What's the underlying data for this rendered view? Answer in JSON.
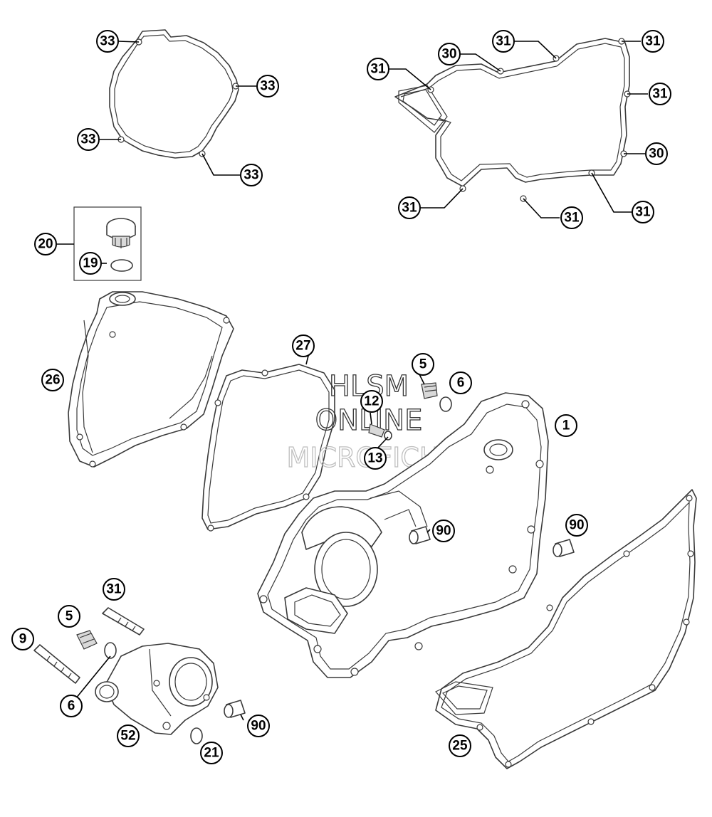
{
  "watermark": {
    "line1": "HLSM",
    "line2": "ONLINE",
    "line3": "MICROFICHE"
  },
  "callouts": [
    {
      "label": "33"
    },
    {
      "label": "33"
    },
    {
      "label": "33"
    },
    {
      "label": "33"
    },
    {
      "label": "31"
    },
    {
      "label": "30"
    },
    {
      "label": "31"
    },
    {
      "label": "31"
    },
    {
      "label": "31"
    },
    {
      "label": "30"
    },
    {
      "label": "31"
    },
    {
      "label": "31"
    },
    {
      "label": "31"
    },
    {
      "label": "20"
    },
    {
      "label": "19"
    },
    {
      "label": "26"
    },
    {
      "label": "27"
    },
    {
      "label": "5"
    },
    {
      "label": "6"
    },
    {
      "label": "12"
    },
    {
      "label": "13"
    },
    {
      "label": "1"
    },
    {
      "label": "90"
    },
    {
      "label": "90"
    },
    {
      "label": "31"
    },
    {
      "label": "5"
    },
    {
      "label": "9"
    },
    {
      "label": "6"
    },
    {
      "label": "52"
    },
    {
      "label": "90"
    },
    {
      "label": "21"
    },
    {
      "label": "25"
    }
  ]
}
